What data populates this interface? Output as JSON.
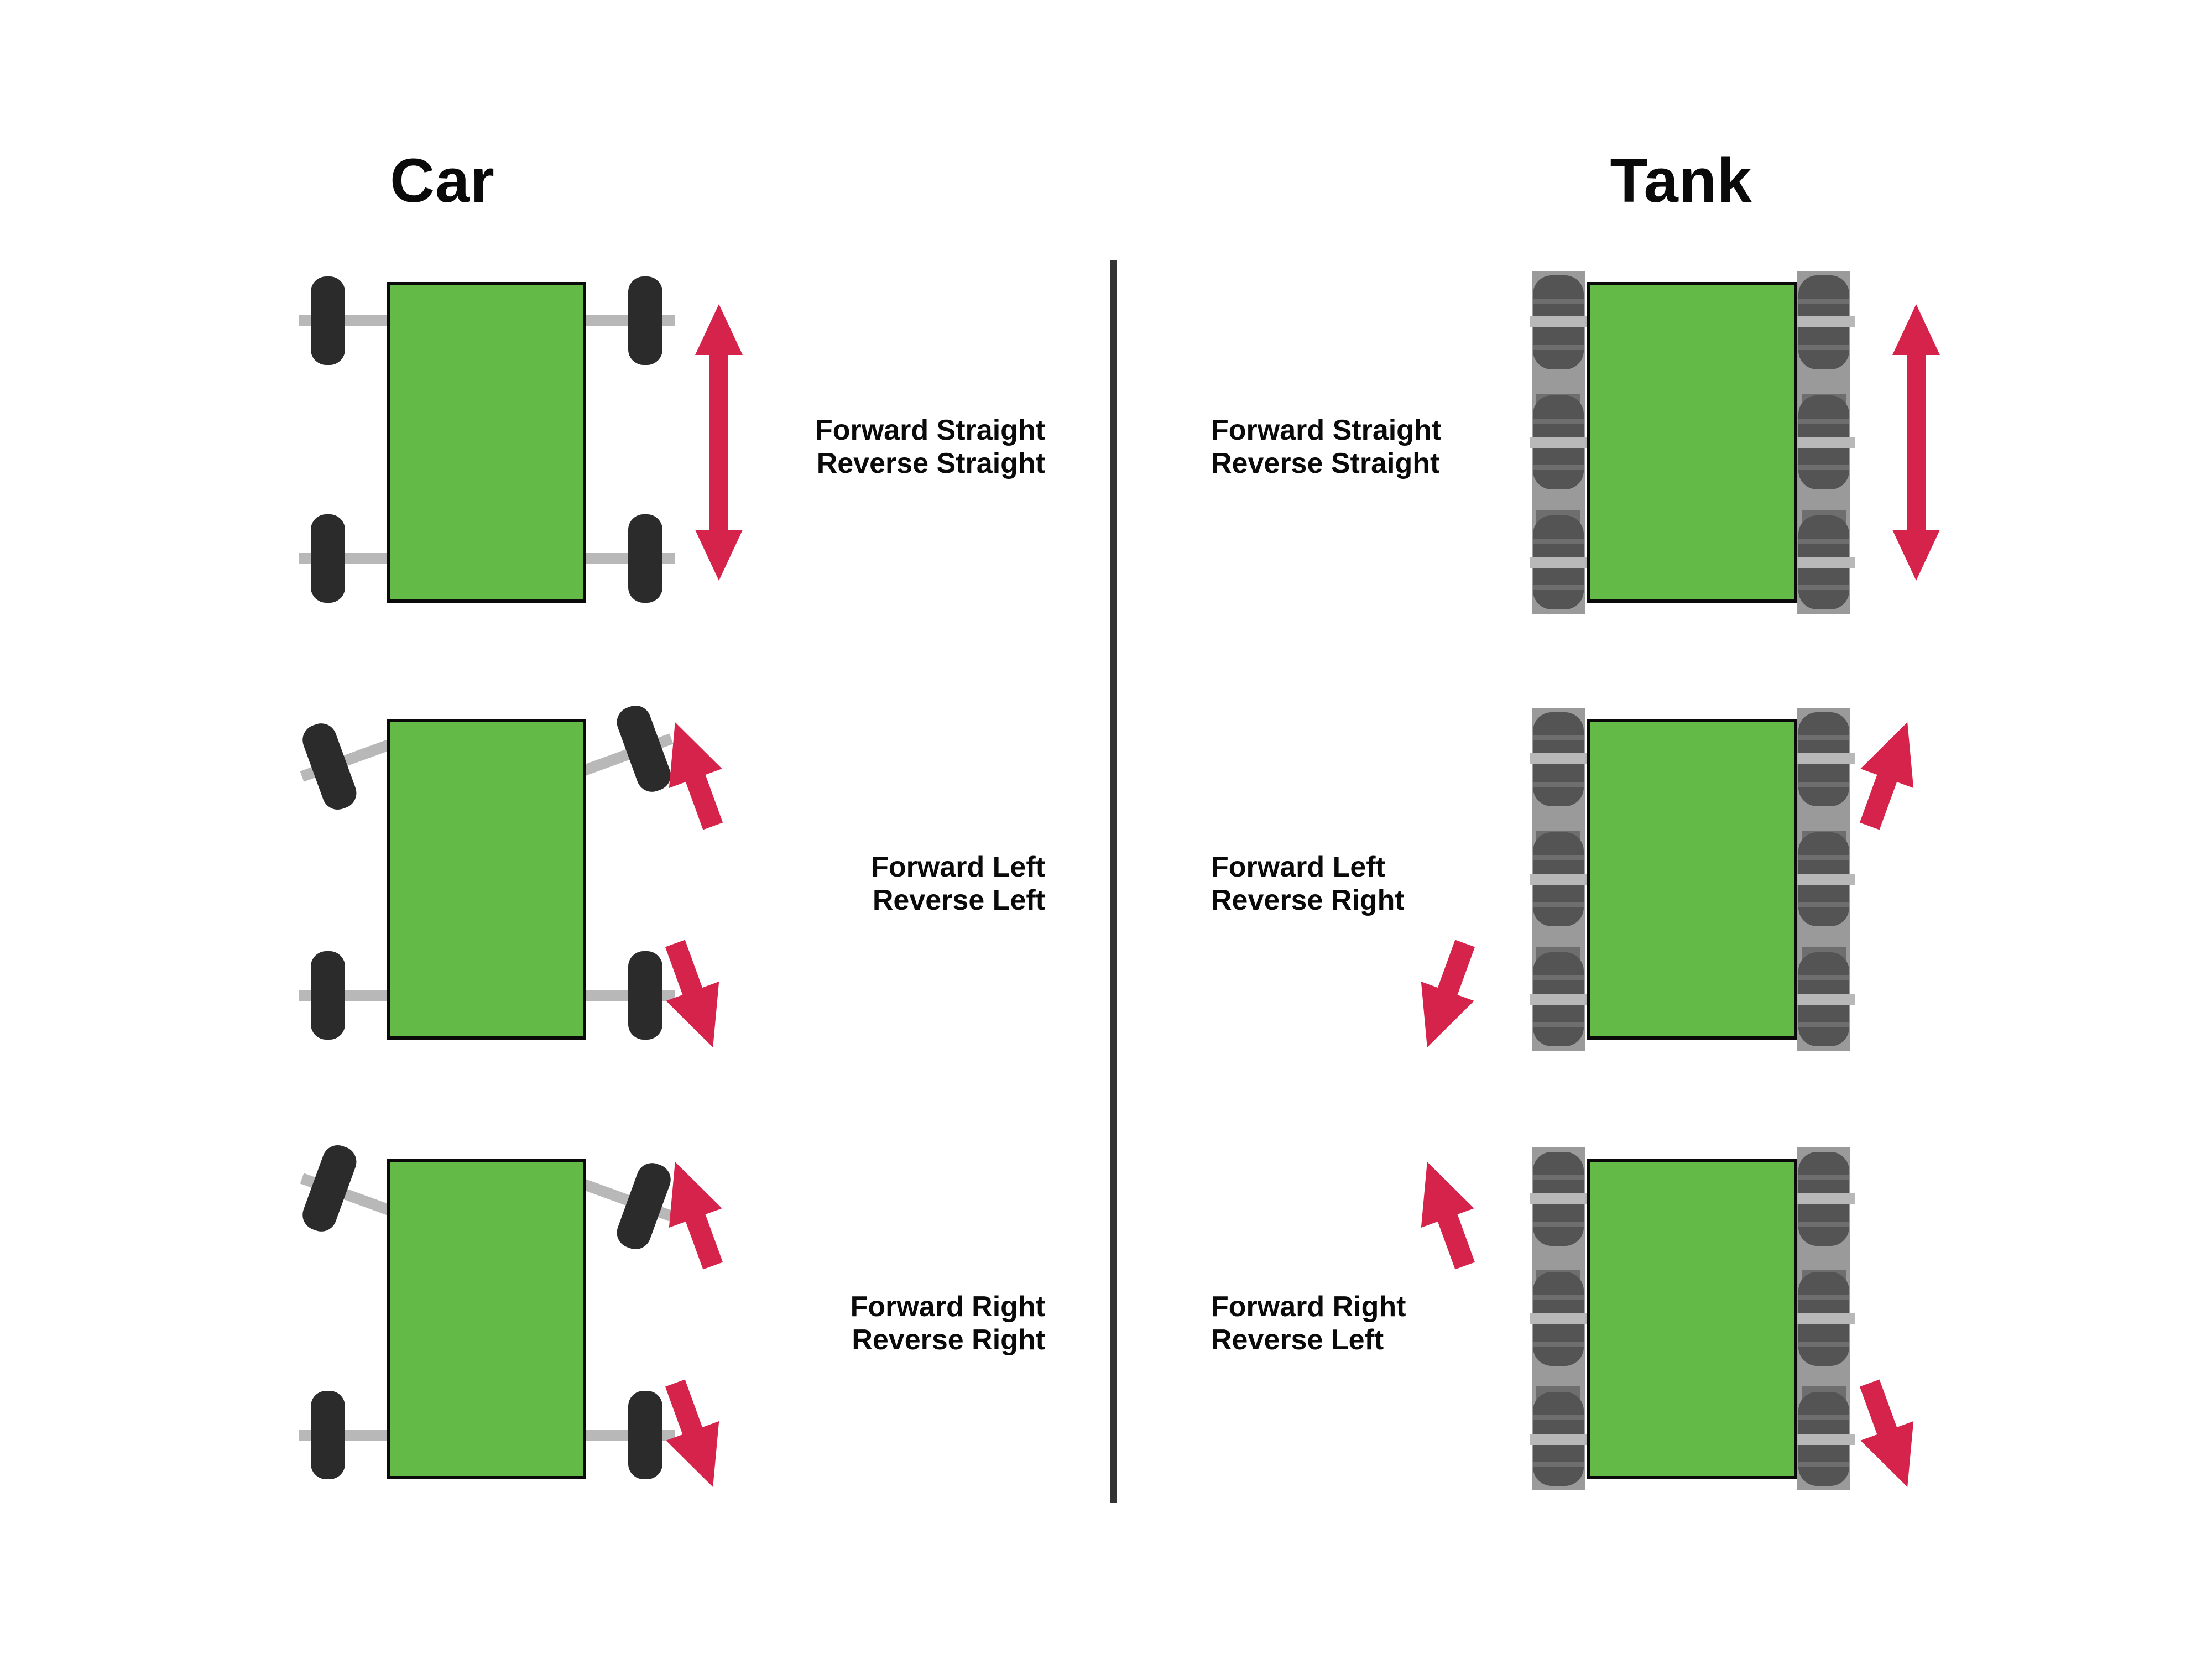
{
  "diagram": {
    "title_car": "Car",
    "title_tank": "Tank",
    "accent_color": "#D6234C",
    "body_color": "#63BA46",
    "wheel_color": "#2B2B2B",
    "tread_color": "#9A9A9A",
    "tread_block_color": "#545454",
    "axle_color": "#B8B8B8",
    "divider_color": "#333333"
  },
  "car": {
    "rows": [
      {
        "line1": "Forward Straight",
        "line2": "Reverse Straight",
        "arrow": "double-headed-vertical",
        "steering": "straight"
      },
      {
        "line1": "Forward Left",
        "line2": "Reverse Left",
        "arrow": "two-diagonal-left",
        "steering": "left"
      },
      {
        "line1": "Forward Right",
        "line2": "Reverse Right",
        "arrow": "two-diagonal-left",
        "steering": "right"
      }
    ]
  },
  "tank": {
    "rows": [
      {
        "line1": "Forward Straight",
        "line2": "Reverse Straight",
        "arrow": "double-headed-vertical",
        "steering": "straight"
      },
      {
        "line1": "Forward Left",
        "line2": "Reverse Right",
        "arrow": "right-track-up-left-track-down",
        "steering": "differential"
      },
      {
        "line1": "Forward Right",
        "line2": "Reverse Left",
        "arrow": "left-track-up-right-track-down",
        "steering": "differential"
      }
    ]
  }
}
